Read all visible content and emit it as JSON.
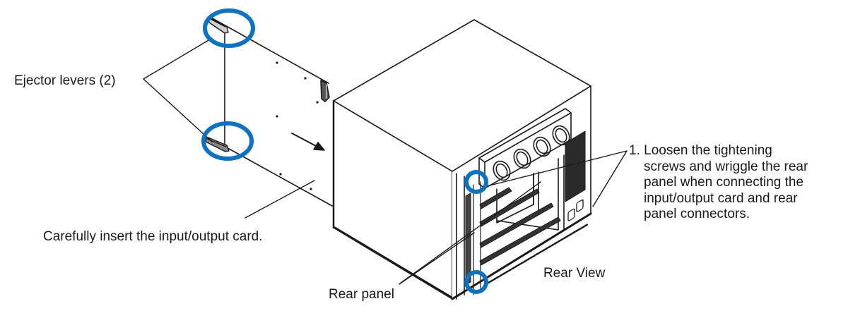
{
  "figure": {
    "title": "Input/output card insertion — Rear View",
    "labels": {
      "ejector_levers": "Ejector levers (2)",
      "insert_card": "Carefully insert the input/output card.",
      "rear_panel": "Rear panel",
      "rear_view": "Rear View"
    },
    "instruction": {
      "number": "1.",
      "lines": [
        "Loosen the tightening",
        "screws and wriggle the rear",
        "panel when connecting the",
        "input/output card and rear",
        "panel connectors."
      ]
    },
    "highlight_color": "#0b72c4",
    "line_color": "#1a1a1a",
    "highlights": [
      {
        "target": "upper ejector lever"
      },
      {
        "target": "lower ejector lever"
      },
      {
        "target": "upper rear panel screw"
      },
      {
        "target": "lower rear panel screw"
      }
    ],
    "components": {
      "card": "input/output card",
      "chassis": "chassis (rear view)",
      "fans": 4,
      "insert_arrow": "insertion direction"
    }
  }
}
